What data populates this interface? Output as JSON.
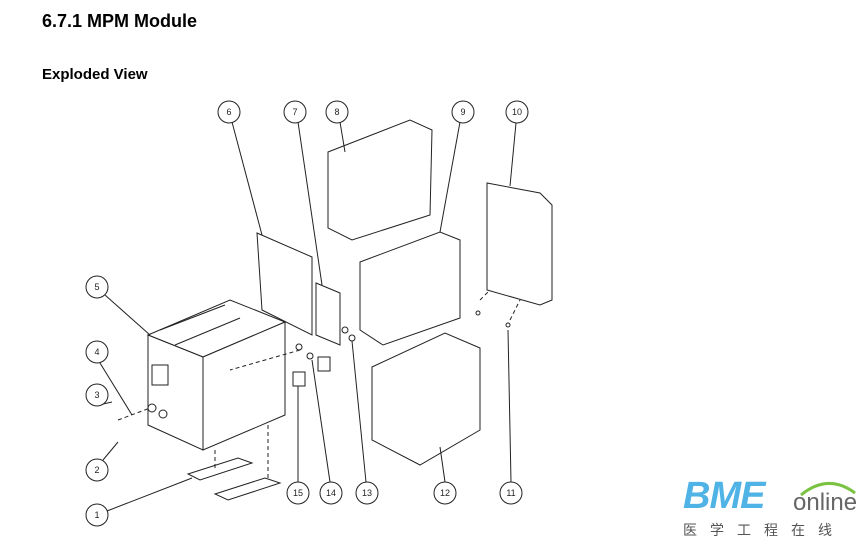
{
  "heading": "6.7.1 MPM Module",
  "subheading": "Exploded View",
  "callouts": [
    "1",
    "2",
    "3",
    "4",
    "5",
    "6",
    "7",
    "8",
    "9",
    "10",
    "11",
    "12",
    "13",
    "14",
    "15"
  ],
  "logo": {
    "brand": "BME",
    "suffix": "online",
    "tagline": "医学工程在线",
    "accent": "#4fb3e6",
    "arc_color": "#7cc242"
  }
}
